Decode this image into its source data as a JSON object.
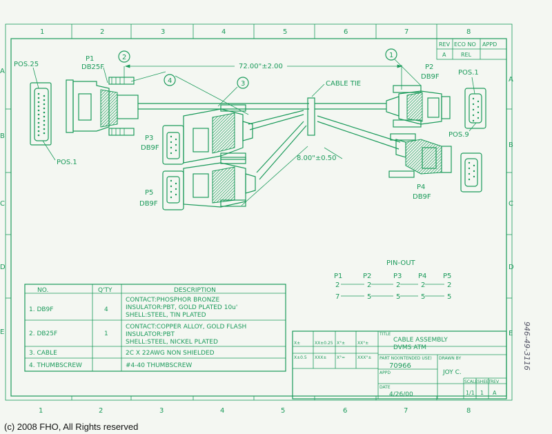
{
  "border": {
    "col_numbers": [
      "1",
      "2",
      "3",
      "4",
      "5",
      "6",
      "7",
      "8"
    ],
    "row_letters": [
      "A",
      "B",
      "C",
      "D",
      "E"
    ]
  },
  "revision": {
    "headers": [
      "REV",
      "ECO NO",
      "APPD"
    ],
    "rev": "A",
    "eco": "REL"
  },
  "labels": {
    "p1": "P1",
    "p1_type": "DB25F",
    "pos25": "POS.25",
    "pos1_left": "POS.1",
    "p2": "P2",
    "p2_type": "DB9F",
    "pos1_right": "POS.1",
    "pos9": "POS.9",
    "p3": "P3",
    "p3_type": "DB9F",
    "p4": "P4",
    "p4_type": "DB9F",
    "p5": "P5",
    "p5_type": "DB9F",
    "length_main": "72.00\"±2.00",
    "length_branch": "8.00\"±0.50",
    "cable_tie": "CABLE TIE",
    "balloons": [
      "1",
      "2",
      "3",
      "4"
    ]
  },
  "pinout": {
    "title": "PIN-OUT",
    "headers": [
      "P1",
      "P2",
      "P3",
      "P4",
      "P5"
    ],
    "row1": [
      "2",
      "2",
      "2",
      "2",
      "2"
    ],
    "row2": [
      "7",
      "5",
      "5",
      "5",
      "5"
    ]
  },
  "bom": {
    "headers": [
      "NO.",
      "Q'TY",
      "DESCRIPTION"
    ],
    "rows": [
      {
        "no": "1. DB9F",
        "qty": "4",
        "desc": [
          "CONTACT:PHOSPHOR BRONZE",
          "INSULATOR:PBT, GOLD PLATED 10u'",
          "SHELL:STEEL, TIN PLATED"
        ]
      },
      {
        "no": "2. DB25F",
        "qty": "1",
        "desc": [
          "CONTACT:COPPER ALLOY, GOLD FLASH",
          "INSULATOR:PBT",
          "SHELL:STEEL, NICKEL PLATED"
        ]
      },
      {
        "no": "3. CABLE",
        "qty": "",
        "desc": [
          "2C X 22AWG NON SHIELDED"
        ]
      },
      {
        "no": "4. THUMBSCREW",
        "qty": "",
        "desc": [
          "#4-40 THUMBSCREW"
        ]
      }
    ]
  },
  "title_block": {
    "tol_xx": "X±",
    "tol_xx2": "XX±0.25",
    "tol_deg": "X°±",
    "tol_xxx": "XX°±",
    "tol_x05": "X±0.5",
    "tol_xxx2": "XXX±",
    "tol_deg2": "X°=",
    "tol_xxx3": "XXX°±",
    "title_label": "TITLE",
    "title_line1": "CABLE ASSEMBLY",
    "title_line2": "DVMS ATM",
    "part_label": "PART NO(INTENDED USE)",
    "part_no": "70966",
    "drawn_label": "DRAWN BY",
    "drawn_by": "JOY C.",
    "appd_label": "APPD",
    "date_label": "DATE",
    "date": "4/26/00",
    "scale_label": "SCALE",
    "sheet_label": "SHEET",
    "rev_label": "REV",
    "scale": "1/1",
    "sheet": "1",
    "rev": "A"
  },
  "margin_note": "946-49-3116",
  "copyright": "(c) 2008 FHO, All Rights reserved"
}
